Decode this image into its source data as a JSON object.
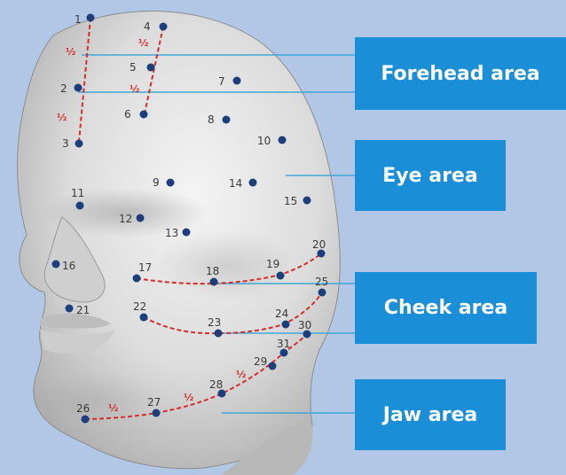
{
  "colors": {
    "background": "#b2c6e6",
    "box": "#1a8ed6",
    "box_text": "#ffffff",
    "point": "#1c3f7c",
    "dashed_line": "#d42d2d",
    "leader_line": "#3fa7d6"
  },
  "areas": [
    {
      "id": "forehead",
      "label": "Forehead area"
    },
    {
      "id": "eye",
      "label": "Eye area"
    },
    {
      "id": "cheek",
      "label": "Cheek area"
    },
    {
      "id": "jaw",
      "label": "Jaw area"
    }
  ],
  "points": [
    "1",
    "2",
    "3",
    "4",
    "5",
    "6",
    "7",
    "8",
    "9",
    "10",
    "11",
    "12",
    "13",
    "14",
    "15",
    "16",
    "17",
    "18",
    "19",
    "20",
    "21",
    "22",
    "23",
    "24",
    "25",
    "26",
    "27",
    "28",
    "29",
    "30",
    "31"
  ],
  "fractions": [
    "½",
    "½",
    "½",
    "½",
    "½",
    "½",
    "½"
  ]
}
